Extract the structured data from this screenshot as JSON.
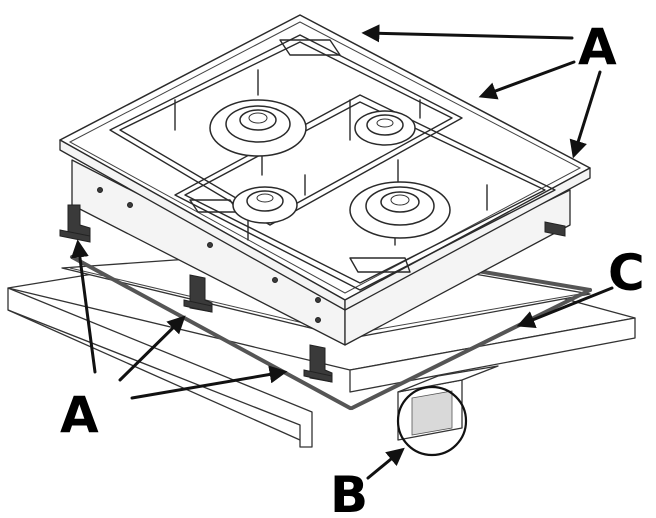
{
  "labels": {
    "a_top": "A",
    "a_bottom": "A",
    "b": "B",
    "c": "C"
  },
  "colors": {
    "line": "#2a2a2a",
    "arrow": "#111111",
    "gasket": "#555555"
  }
}
